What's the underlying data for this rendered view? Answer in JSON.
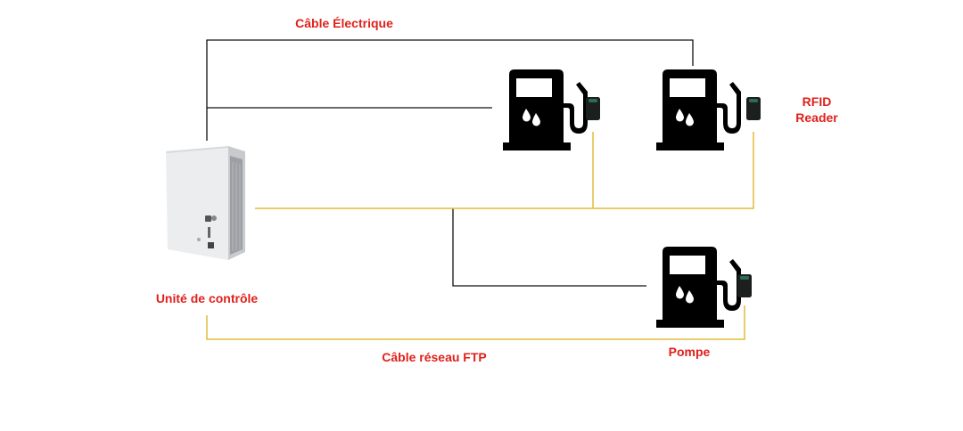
{
  "colors": {
    "label": "#e0201b",
    "power_cable": "#111111",
    "network_cable": "#e2bc3c",
    "pump_body": "#000000",
    "pump_screen": "#ffffff",
    "cabinet": "#e9eaec",
    "reader": "#1b1f1e",
    "reader_led": "#2f6a55"
  },
  "labels": {
    "power_cable": "Câble Électrique",
    "network_cable": "Câble réseau FTP",
    "control_unit": "Unité de contrôle",
    "rfid_line1": "RFID",
    "rfid_line2": "Reader",
    "pump": "Pompe"
  },
  "icons": {
    "pump": "fuel-pump-icon",
    "reader": "rfid-reader-icon",
    "cabinet": "control-cabinet-icon"
  }
}
